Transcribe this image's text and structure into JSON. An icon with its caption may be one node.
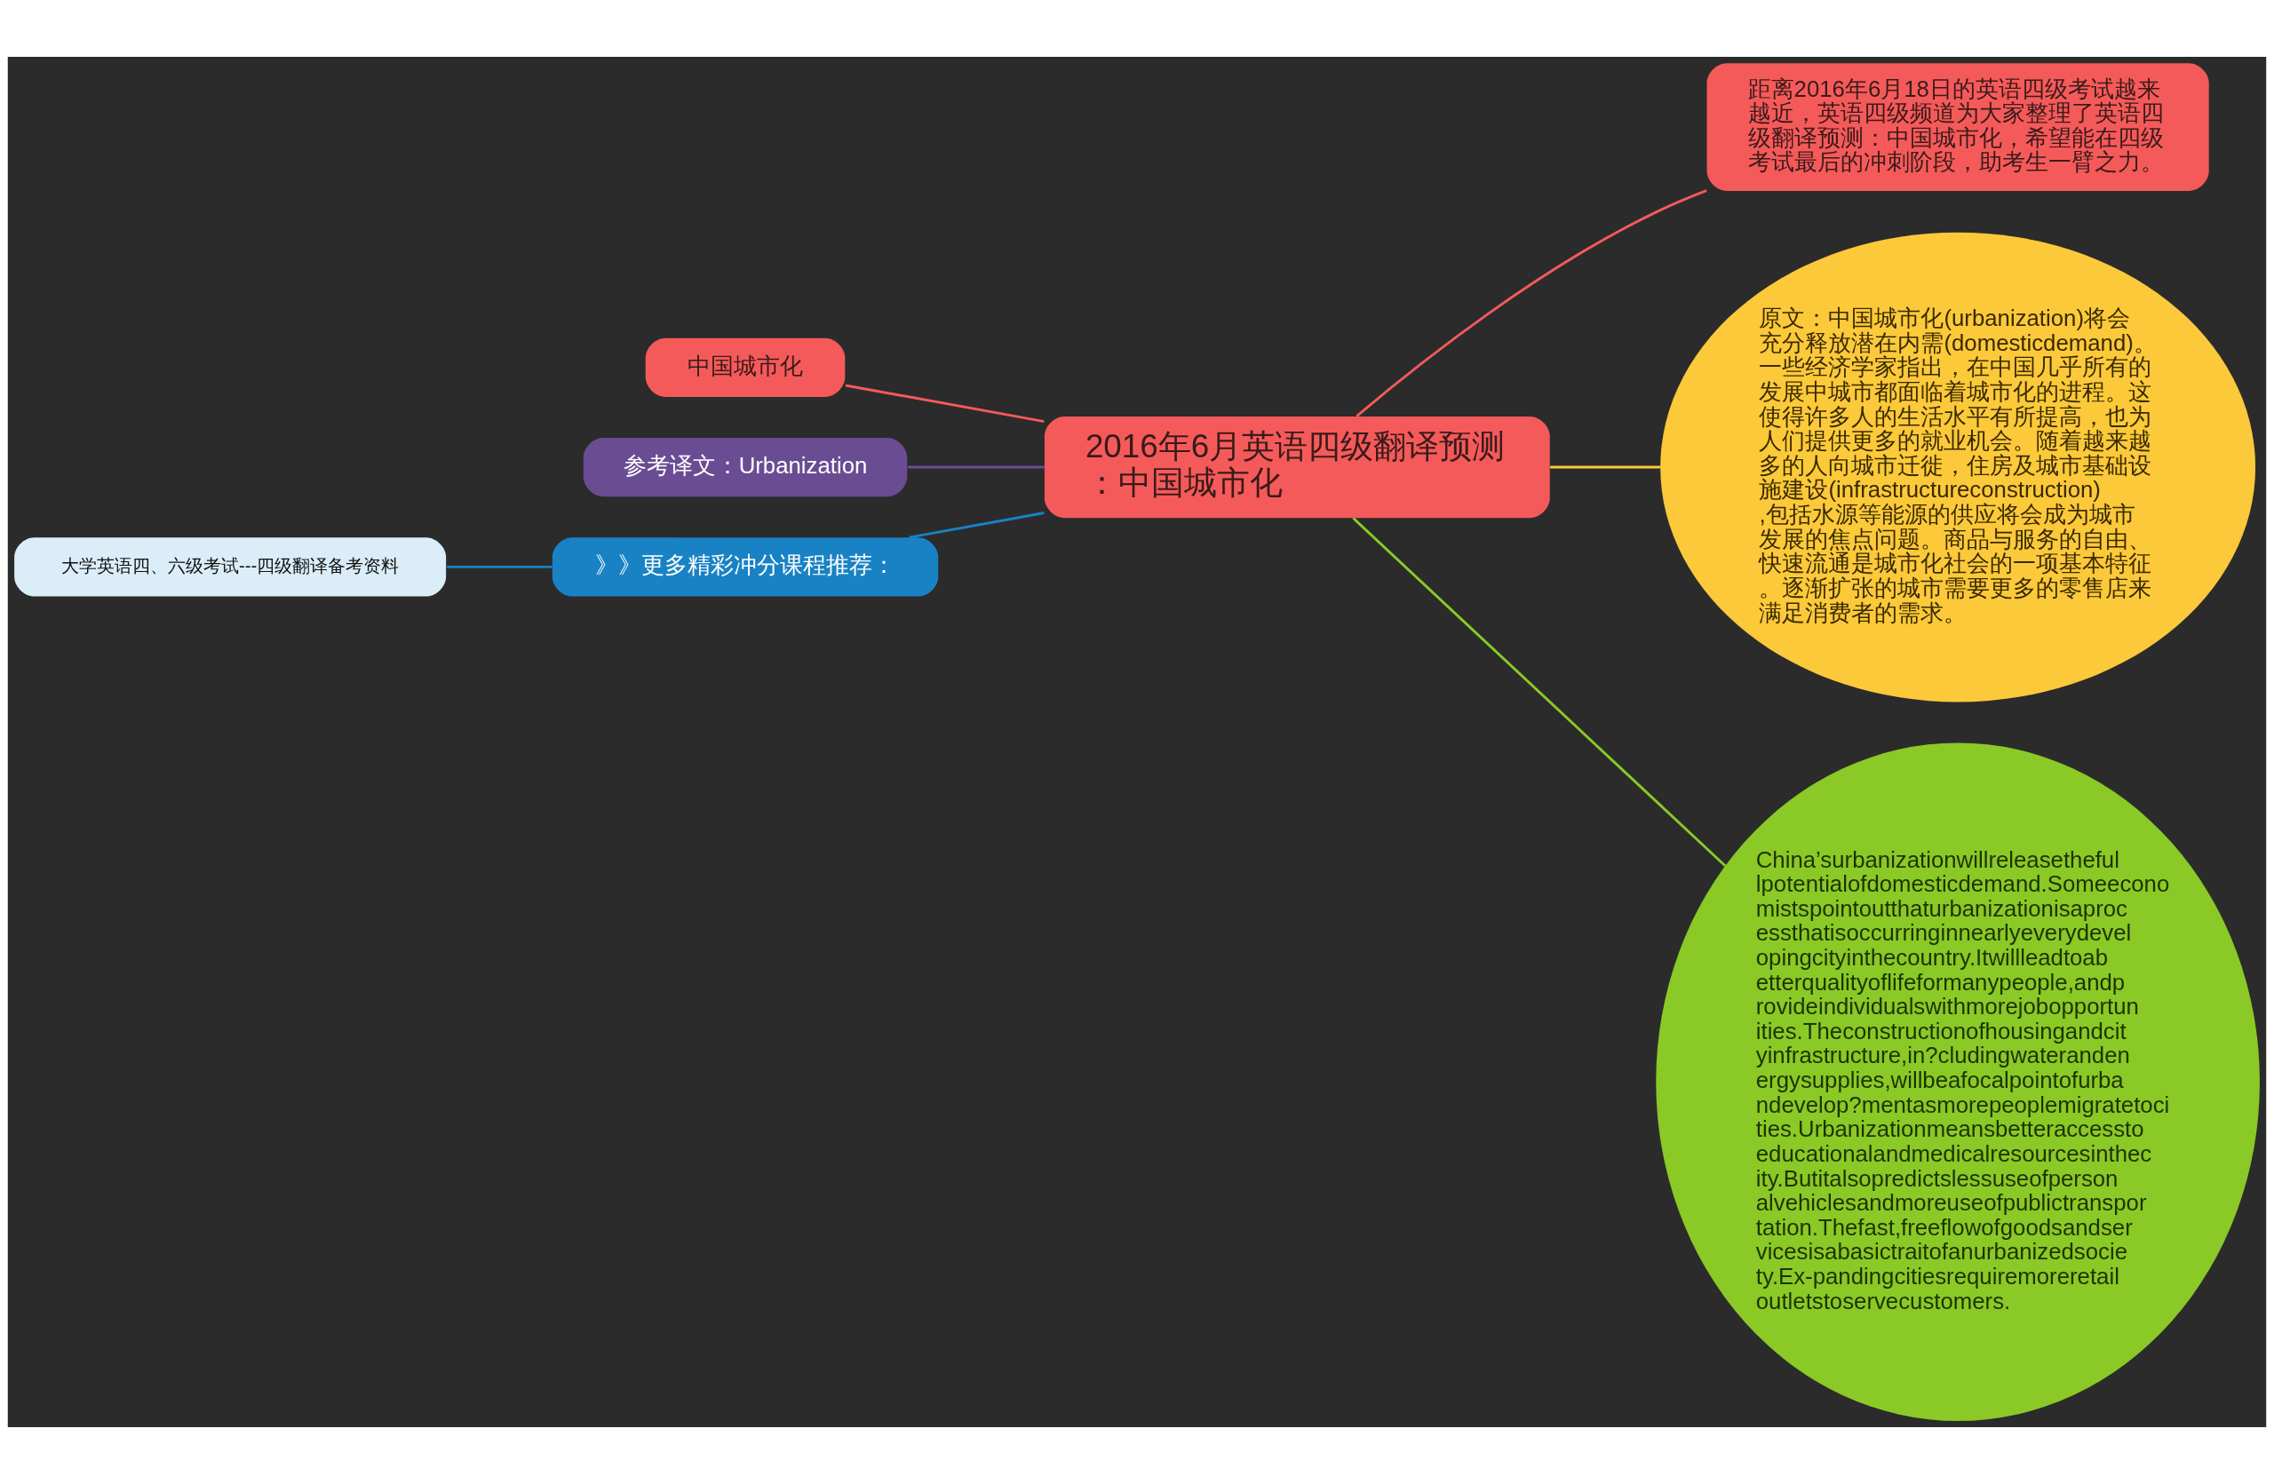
{
  "diagram": {
    "nodes": [
      {
        "text": [
          "2016年6月英语四级翻译预测：中国城市化"
        ]
      },
      {
        "text": [
          "距离2016年6月18日的英语四级考试越来越近，英语四级频道为大家整理了英语四级翻译预测：中国城市化，希望能在四级考试最后的冲刺阶段，助考生一臂之力。"
        ]
      },
      {
        "text": [
          "原文：中国城市化(urbanization)将会充分释放潜在内需(domesticdemand)。一些经济学家指出，在中国几乎所有的发展中城市都面临着城市化的进程。这使得许多人的生活水平有所提高，也为人们提供更多的就业机会。随着越来越多的人向城市迁徙，住房及城市基础设施建设(infrastructureconstruction),包括水源等能源的供应将会成为城市发展的焦点问题。商品与服务的自由、快速流通是城市化社会的一项基本特征。逐渐扩张的城市需要更多的零售店来满足消费者的需求。"
        ]
      },
      {
        "text": [
          "China’surbanizationwillreleasethefullpotentialofdomesticdemand.Someeconomistspointoutthaturbanizationisaprocessthatisoccurringinnearlyeverydevelopingcityinthecountry.Itwillleadtoabetterqualityoflifeformanypeople,andprovideindividualswithmorejobopportunities.Theconstructionofhousingandcityinfrastructure,in?cludingwaterandenergysupplies,willbeafocalpointofurbandevelop?mentasmorepeoplemigratetocities.Urbanizationmeansbetteraccesstoeducationalandmedicalresourcesinthecity.Butitalsopredictslessuseofpersonalvehiclesandmoreuseofpublictransportation.Thefast,freeflowofgoodsandservicesisabasictraitofanurbanizedsociety.Ex-pandingcitiesrequiremoreretailoutletstoservecustomers."
        ]
      },
      {
        "text": [
          "中国城市化"
        ]
      },
      {
        "text": [
          "参考译文：Urbanization"
        ]
      },
      {
        "text": [
          "》》更多精彩冲分课程推荐："
        ]
      },
      {
        "text": [
          "大学英语四、六级考试---四级翻译备考资料"
        ]
      }
    ],
    "edges": [
      {
        "from": 0,
        "to": 1,
        "arrow": "none",
        "color": "#f55a5a"
      },
      {
        "from": 0,
        "to": 2,
        "arrow": "none",
        "color": "#fcc93a"
      },
      {
        "from": 0,
        "to": 3,
        "arrow": "none",
        "color": "#8ac926"
      },
      {
        "from": 0,
        "to": 4,
        "arrow": "none",
        "color": "#f55a5a"
      },
      {
        "from": 0,
        "to": 5,
        "arrow": "none",
        "color": "#6a4c93"
      },
      {
        "from": 0,
        "to": 6,
        "arrow": "none",
        "color": "#1982c4"
      },
      {
        "from": 6,
        "to": 7,
        "arrow": "none",
        "color": "#1982c4"
      }
    ]
  }
}
